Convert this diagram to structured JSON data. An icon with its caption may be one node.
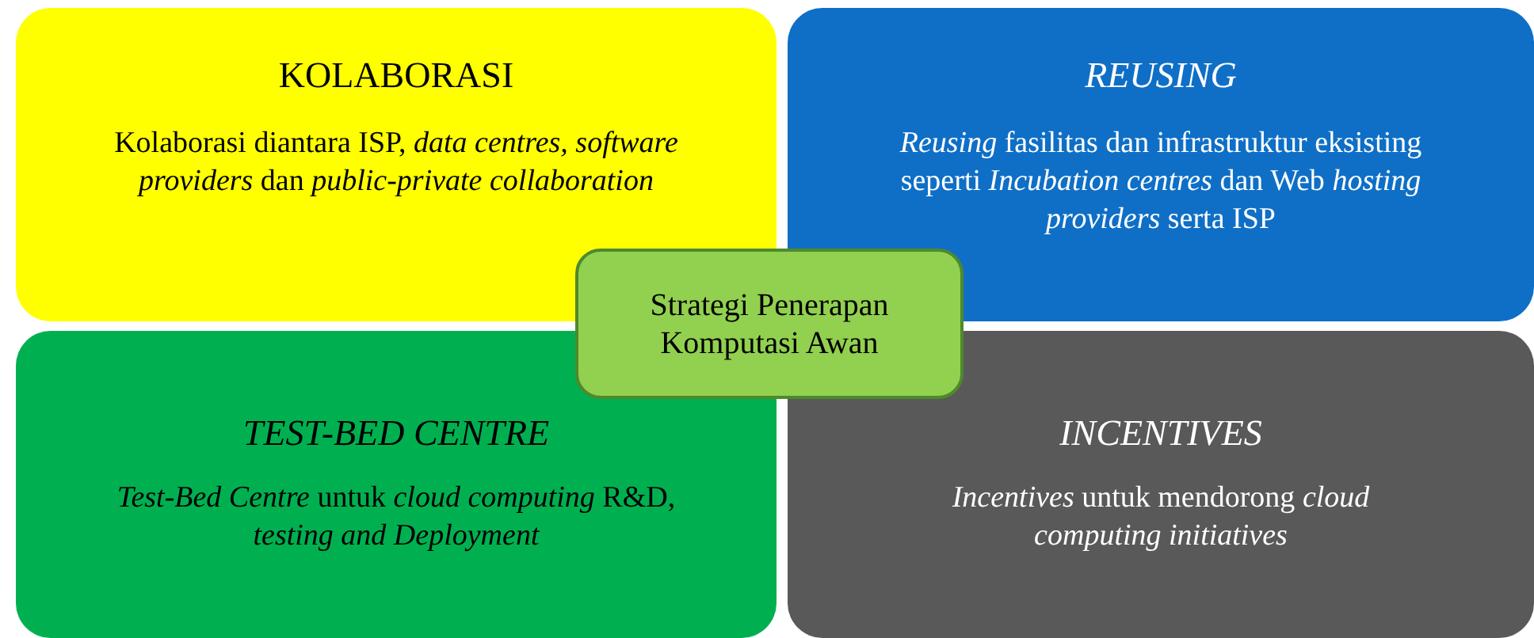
{
  "diagram": {
    "nodes": [
      {
        "text": [
          "KOLABORASI",
          "Kolaborasi diantara ISP, *data centres, software providers* dan *public-private collaboration*"
        ]
      },
      {
        "text": [
          "REUSING",
          "*Reusing* fasilitas dan infrastruktur eksisting seperti *Incubation centres* dan Web *hosting providers* serta ISP"
        ]
      },
      {
        "text": [
          "TEST-BED CENTRE",
          "*Test-Bed Centre* untuk *cloud computing* R&D, *testing and Deployment*"
        ]
      },
      {
        "text": [
          "INCENTIVES",
          "*Incentives* untuk mendorong *cloud computing initiatives*"
        ]
      },
      {
        "text": [
          "Strategi Penerapan Komputasi Awan"
        ]
      }
    ]
  }
}
